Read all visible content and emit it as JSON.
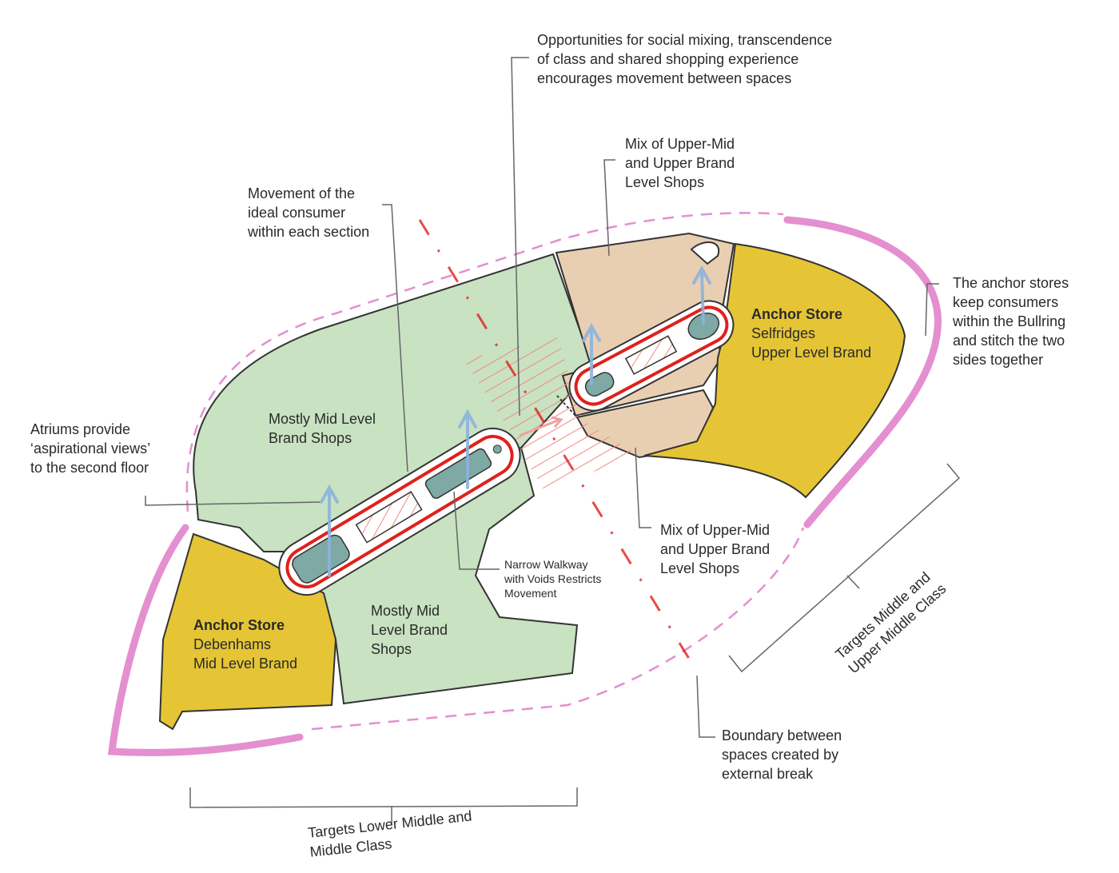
{
  "colors": {
    "mid_level_green": "#c8e2c2",
    "upper_mid_tan": "#e9cfb2",
    "anchor_yellow": "#e5c535",
    "boundary_pink": "#e38fd0",
    "movement_red": "#e0201c",
    "arrow_blue": "#8db3dc",
    "void_teal": "#7ea9a4"
  },
  "labels": {
    "social_mixing": [
      "Opportunities for social mixing, transcendence",
      "of class and shared shopping experience",
      "encourages movement between spaces"
    ],
    "mix_top": [
      "Mix of Upper-Mid",
      "and Upper Brand",
      "Level Shops"
    ],
    "ideal_consumer": [
      "Movement of the",
      "ideal consumer",
      "within each section"
    ],
    "anchor_right_desc": [
      "The anchor stores",
      "keep consumers",
      "within the Bullring",
      "and stitch the two",
      "sides together"
    ],
    "selfridges": {
      "title": "Anchor Store",
      "name": "Selfridges",
      "level": "Upper Level Brand"
    },
    "debenhams": {
      "title": "Anchor Store",
      "name": "Debenhams",
      "level": "Mid Level Brand"
    },
    "mostly_mid_top": [
      "Mostly Mid Level",
      "Brand Shops"
    ],
    "mostly_mid_bottom": [
      "Mostly Mid",
      "Level Brand",
      "Shops"
    ],
    "atriums": [
      "Atriums provide",
      "‘aspirational views’",
      "to the second floor"
    ],
    "narrow_walkway": [
      "Narrow Walkway",
      "with Voids Restricts",
      "Movement"
    ],
    "mix_bottom": [
      "Mix of Upper-Mid",
      "and Upper Brand",
      "Level Shops"
    ],
    "boundary": [
      "Boundary between",
      "spaces created by",
      "external break"
    ],
    "targets_lower": [
      "Targets Lower Middle and",
      "Middle Class"
    ],
    "targets_upper": [
      "Targets Middle and",
      "Upper Middle Class"
    ]
  }
}
